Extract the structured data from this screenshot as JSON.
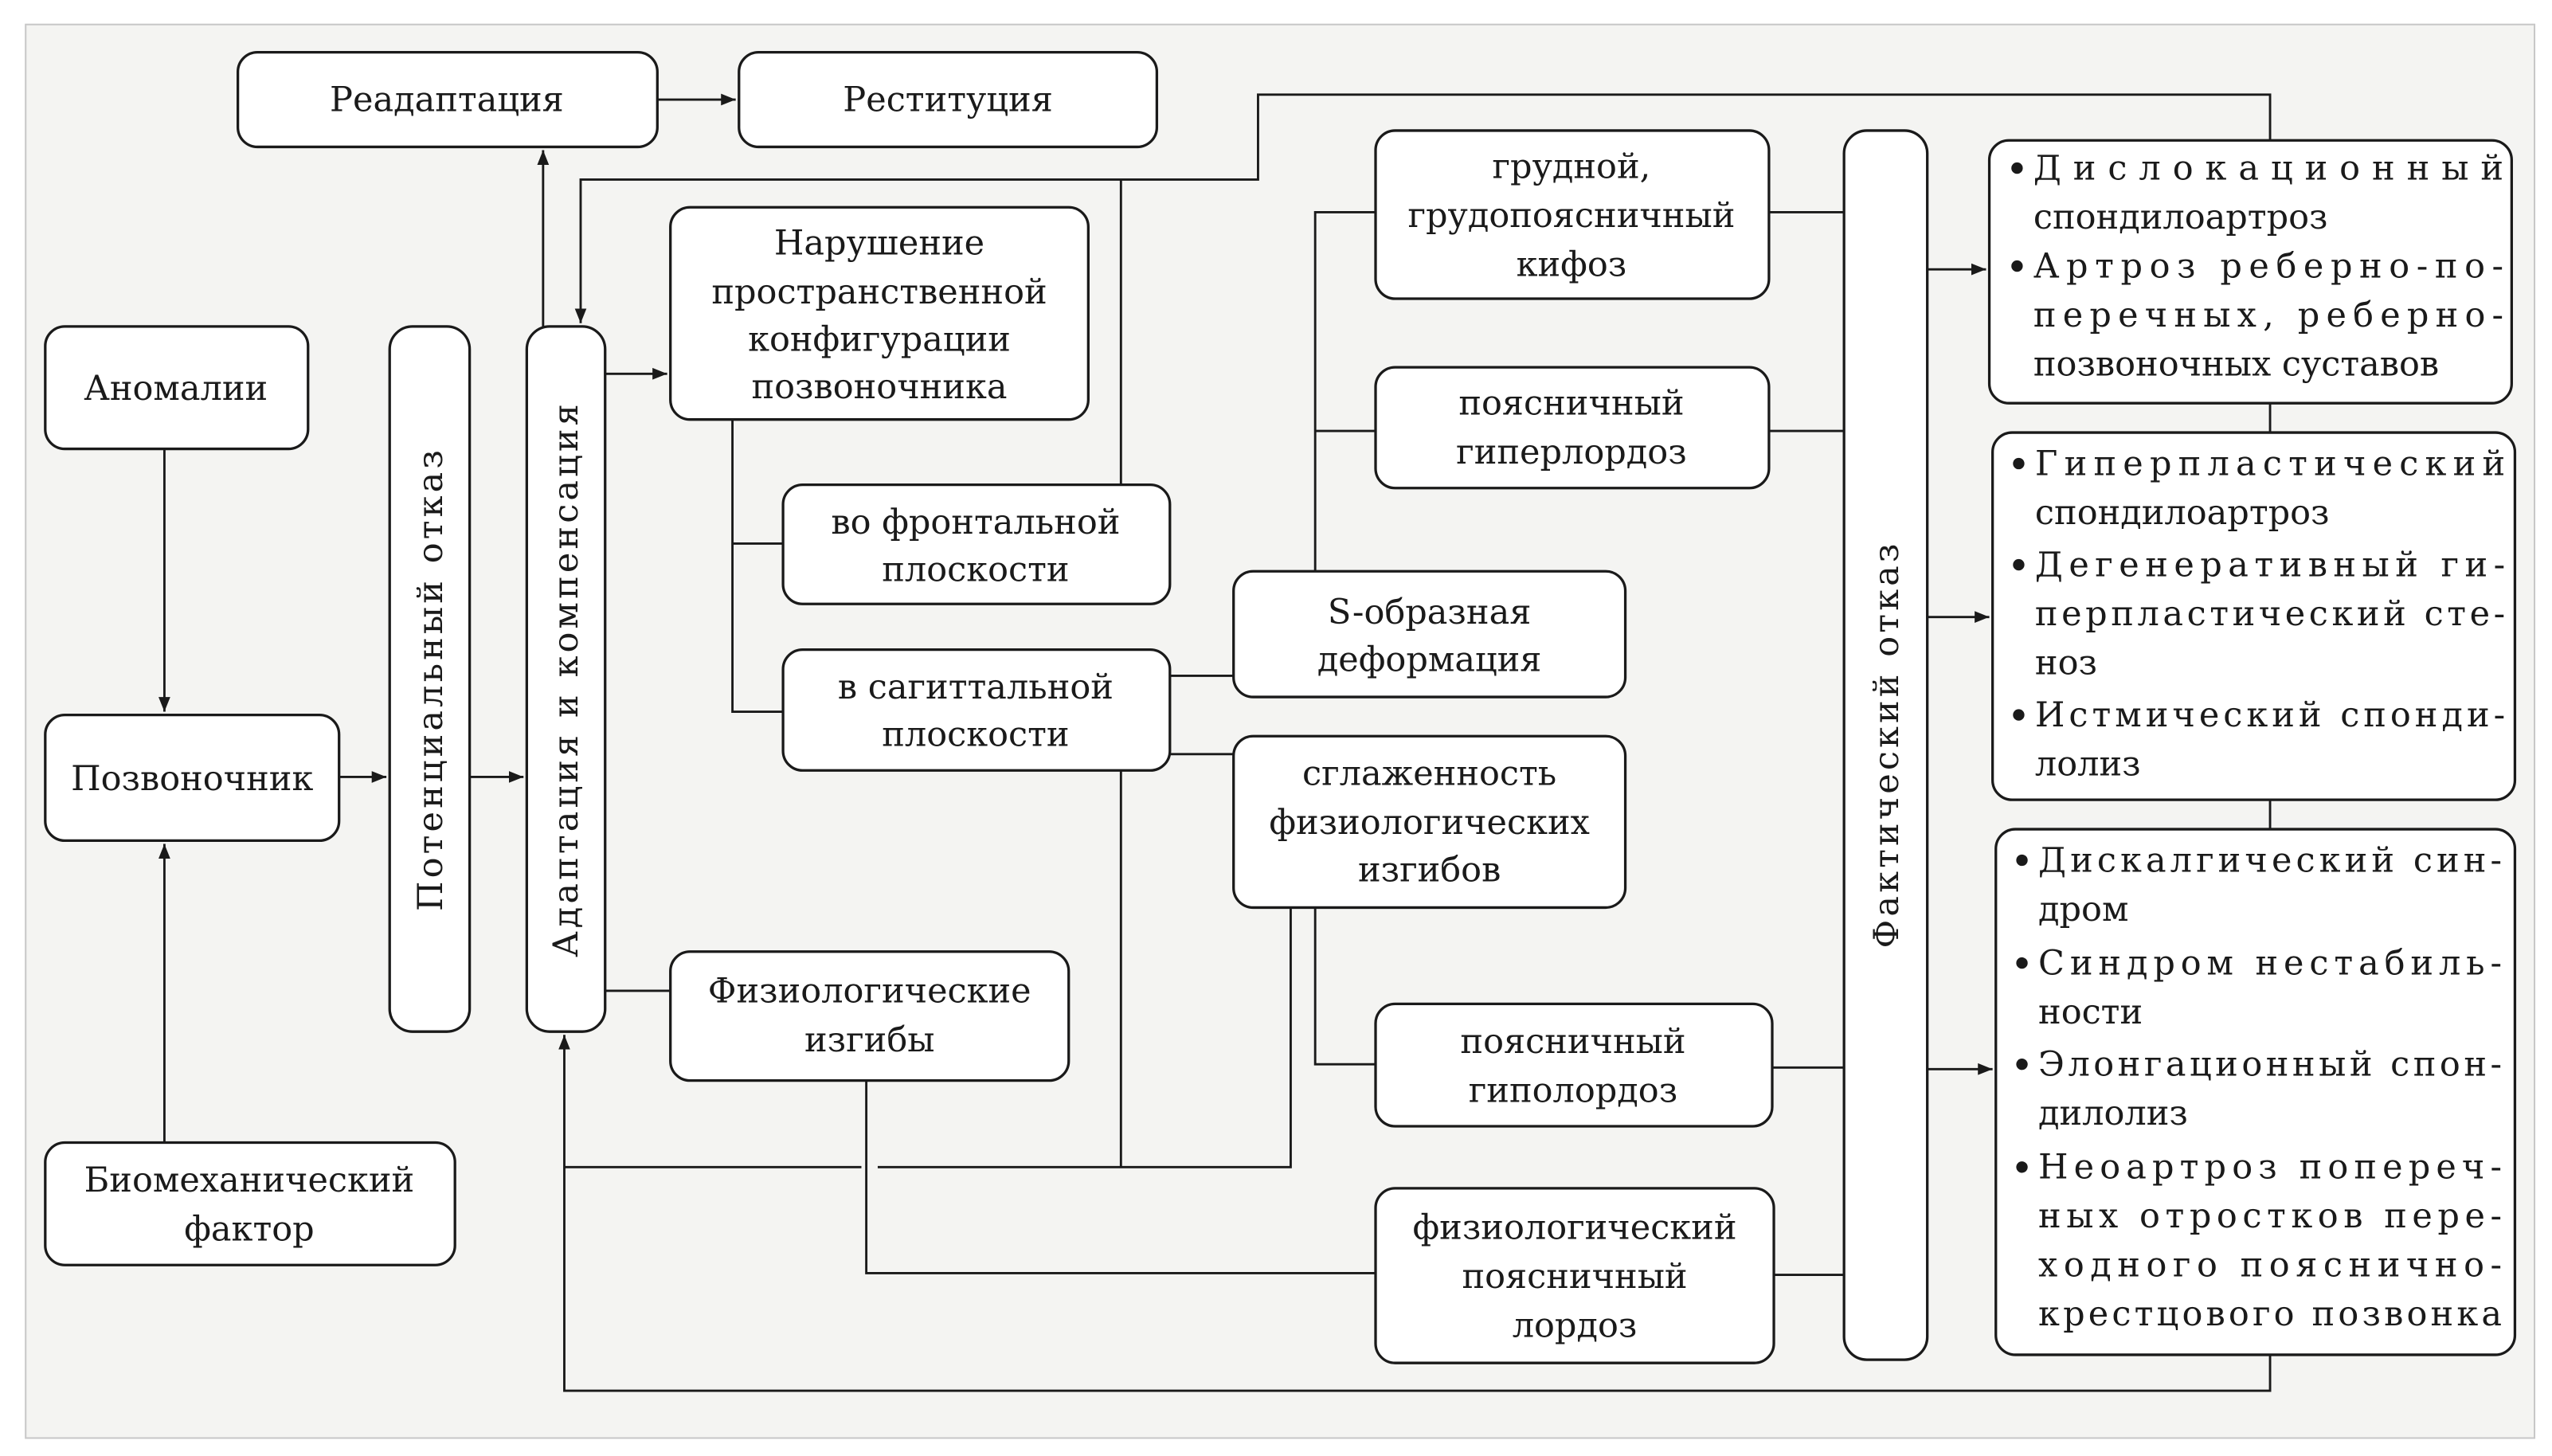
{
  "diagram": {
    "nodes": {
      "readaptation": [
        "Реадаптация"
      ],
      "restitution": [
        "Реституция"
      ],
      "anomalies": [
        "Аномалии"
      ],
      "spine": [
        "Позвоночник"
      ],
      "biomech": [
        "Биомеханический",
        "фактор"
      ],
      "potential_failure": [
        "Потенциальный отказ"
      ],
      "adaptation": [
        "Адаптация и компенсация"
      ],
      "spatial_disorder": [
        "Нарушение",
        "пространственной",
        "конфигурации",
        "позвоночника"
      ],
      "frontal": [
        "во фронтальной",
        "плоскости"
      ],
      "sagittal": [
        "в сагиттальной",
        "плоскости"
      ],
      "physiological_curves": [
        "Физиологические",
        "изгибы"
      ],
      "thoracic_kyphosis": [
        "грудной,",
        "грудопоясничный",
        "кифоз"
      ],
      "lumbar_hyperlordosis": [
        "поясничный",
        "гиперлордоз"
      ],
      "s_deformation": [
        "S-образная",
        "деформация"
      ],
      "smoothness": [
        "сглаженность",
        "физиологических",
        "изгибов"
      ],
      "lumbar_hypolordosis": [
        "поясничный",
        "гиполордоз"
      ],
      "physiological_lordosis": [
        "физиологический",
        "поясничный",
        "лордоз"
      ],
      "actual_failure": [
        "Фактический отказ"
      ]
    },
    "outcomes": [
      {
        "items": [
          [
            "Дислокационный",
            "спондилоартроз"
          ],
          [
            "Артроз реберно-по-",
            "перечных, реберно-",
            "позвоночных суставов"
          ]
        ]
      },
      {
        "items": [
          [
            "Гиперпластический",
            "спондилоартроз"
          ],
          [
            "Дегенеративный ги-",
            "перпластический сте-",
            "ноз"
          ],
          [
            "Истмический спонди-",
            "лолиз"
          ]
        ]
      },
      {
        "items": [
          [
            "Дискалгический син-",
            "дром"
          ],
          [
            "Синдром нестабиль-",
            "ности"
          ],
          [
            "Элонгационный спон-",
            "дилолиз"
          ],
          [
            "Неоартроз попереч-",
            "ных отростков пере-",
            "ходного пояснично-",
            "крестцового позвонка"
          ]
        ]
      }
    ]
  }
}
